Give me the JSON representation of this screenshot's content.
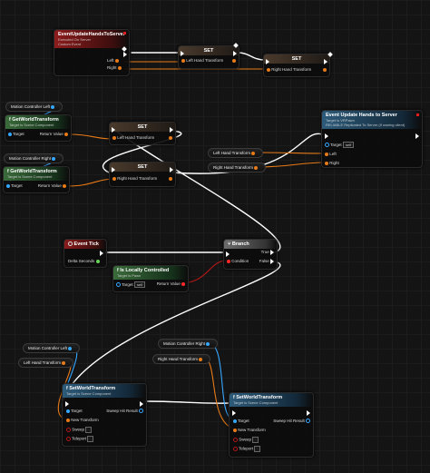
{
  "event_server": {
    "title": "EventUpdateHandsToServer",
    "sub1": "Executed On Server",
    "sub2": "Custom Event"
  },
  "set1": {
    "title": "SET",
    "pin": "Left Hand Transform"
  },
  "set2": {
    "title": "SET",
    "pin": "Right Hand Transform"
  },
  "mc_left_top": {
    "label": "Motion Controller Left"
  },
  "getwt1": {
    "title": "GetWorldTransform",
    "sub": "Target is Scene Component",
    "target": "Target",
    "ret": "Return Value"
  },
  "set3": {
    "title": "SET",
    "pin": "Left Hand Transform"
  },
  "mc_right_top": {
    "label": "Motion Controller Right"
  },
  "getwt2": {
    "title": "GetWorldTransform",
    "sub": "Target is Scene Component",
    "target": "Target",
    "ret": "Return Value"
  },
  "set4": {
    "title": "SET",
    "pin": "Right Hand Transform"
  },
  "event_call": {
    "title": "Event Update Hands to Server",
    "sub1": "Target is VRPawn",
    "sub2": "RELIABLE Replicated To Server (if owning client)",
    "target": "Target",
    "self": "self",
    "left": "Left",
    "right": "Right"
  },
  "lht_var": {
    "label": "Left Hand Transform"
  },
  "rht_var": {
    "label": "Right Hand Transform"
  },
  "left_pin": "Left",
  "right_pin": "Right",
  "event_tick": {
    "title": "Event Tick",
    "delta": "Delta Seconds"
  },
  "branch": {
    "title": "Branch",
    "cond": "Condition",
    "true": "True",
    "false": "False"
  },
  "is_local": {
    "title": "Is Locally Controlled",
    "sub": "Target is Pawn",
    "target": "Target",
    "self": "self",
    "ret": "Return Value"
  },
  "mc_left_bot": {
    "label": "Motion Controller Left"
  },
  "lht_var_bot": {
    "label": "Left Hand Transform"
  },
  "mc_right_bot": {
    "label": "Motion Controller Right"
  },
  "rht_var_bot": {
    "label": "Right Hand Transform"
  },
  "setwt1": {
    "title": "SetWorldTransform",
    "sub": "Target is Scene Component",
    "target": "Target",
    "newt": "New Transform",
    "sweep": "Sweep",
    "teleport": "Teleport",
    "hit": "Sweep Hit Result"
  },
  "setwt2": {
    "title": "SetWorldTransform",
    "sub": "Target is Scene Component",
    "target": "Target",
    "newt": "New Transform",
    "sweep": "Sweep",
    "teleport": "Teleport",
    "hit": "Sweep Hit Result"
  },
  "colors": {
    "exec": "#ffffff",
    "object": "#35a7ff",
    "transform": "#e87b18",
    "float": "#66d35a",
    "bool": "#c41818"
  }
}
